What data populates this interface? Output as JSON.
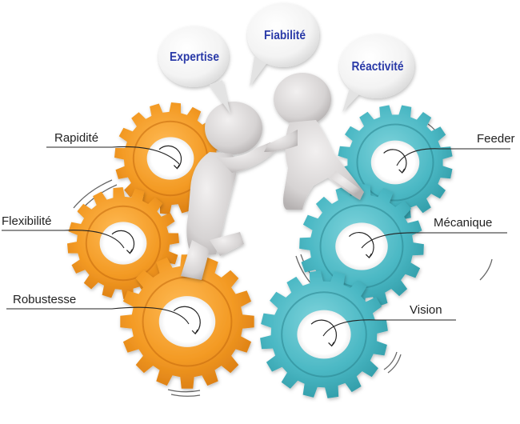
{
  "bubbles": {
    "expertise": "Expertise",
    "fiabilite": "Fiabilité",
    "reactivite": "Réactivité"
  },
  "labels": {
    "rapidite": "Rapidité",
    "flexibilite": "Flexibilité",
    "robustesse": "Robustesse",
    "feeder": "Feeder",
    "mecanique": "Mécanique",
    "vision": "Vision"
  },
  "colors": {
    "orange": "#f39a24",
    "orange_dark": "#d97c12",
    "teal": "#4bb8c4",
    "teal_dark": "#2f9aa6",
    "bubble_text": "#2a3aa8",
    "figure": "#d9d6d6"
  }
}
